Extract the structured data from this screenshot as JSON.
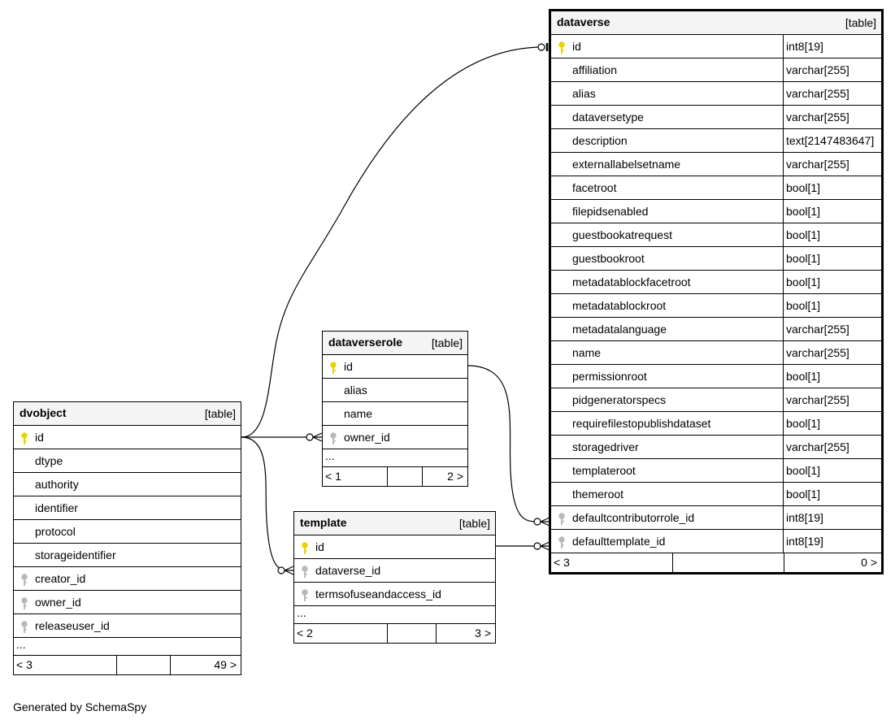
{
  "tables": {
    "dataverse": {
      "name": "dataverse",
      "type": "[table]",
      "columns": [
        {
          "name": "id",
          "type": "int8[19]",
          "key": "primary"
        },
        {
          "name": "affiliation",
          "type": "varchar[255]",
          "key": "none"
        },
        {
          "name": "alias",
          "type": "varchar[255]",
          "key": "none"
        },
        {
          "name": "dataversetype",
          "type": "varchar[255]",
          "key": "none"
        },
        {
          "name": "description",
          "type": "text[2147483647]",
          "key": "none"
        },
        {
          "name": "externallabelsetname",
          "type": "varchar[255]",
          "key": "none"
        },
        {
          "name": "facetroot",
          "type": "bool[1]",
          "key": "none"
        },
        {
          "name": "filepidsenabled",
          "type": "bool[1]",
          "key": "none"
        },
        {
          "name": "guestbookatrequest",
          "type": "bool[1]",
          "key": "none"
        },
        {
          "name": "guestbookroot",
          "type": "bool[1]",
          "key": "none"
        },
        {
          "name": "metadatablockfacetroot",
          "type": "bool[1]",
          "key": "none"
        },
        {
          "name": "metadatablockroot",
          "type": "bool[1]",
          "key": "none"
        },
        {
          "name": "metadatalanguage",
          "type": "varchar[255]",
          "key": "none"
        },
        {
          "name": "name",
          "type": "varchar[255]",
          "key": "none"
        },
        {
          "name": "permissionroot",
          "type": "bool[1]",
          "key": "none"
        },
        {
          "name": "pidgeneratorspecs",
          "type": "varchar[255]",
          "key": "none"
        },
        {
          "name": "requirefilestopublishdataset",
          "type": "bool[1]",
          "key": "none"
        },
        {
          "name": "storagedriver",
          "type": "varchar[255]",
          "key": "none"
        },
        {
          "name": "templateroot",
          "type": "bool[1]",
          "key": "none"
        },
        {
          "name": "themeroot",
          "type": "bool[1]",
          "key": "none"
        },
        {
          "name": "defaultcontributorrole_id",
          "type": "int8[19]",
          "key": "foreign"
        },
        {
          "name": "defaulttemplate_id",
          "type": "int8[19]",
          "key": "foreign"
        }
      ],
      "nav_prev": "< 3",
      "nav_next": "0 >"
    },
    "dataverserole": {
      "name": "dataverserole",
      "type": "[table]",
      "columns": [
        {
          "name": "id",
          "key": "primary"
        },
        {
          "name": "alias",
          "key": "none"
        },
        {
          "name": "name",
          "key": "none"
        },
        {
          "name": "owner_id",
          "key": "foreign"
        }
      ],
      "more": "...",
      "nav_prev": "< 1",
      "nav_next": "2 >"
    },
    "template": {
      "name": "template",
      "type": "[table]",
      "columns": [
        {
          "name": "id",
          "key": "primary"
        },
        {
          "name": "dataverse_id",
          "key": "foreign"
        },
        {
          "name": "termsofuseandaccess_id",
          "key": "foreign"
        }
      ],
      "more": "...",
      "nav_prev": "< 2",
      "nav_next": "3 >"
    },
    "dvobject": {
      "name": "dvobject",
      "type": "[table]",
      "columns": [
        {
          "name": "id",
          "key": "primary"
        },
        {
          "name": "dtype",
          "key": "none"
        },
        {
          "name": "authority",
          "key": "none"
        },
        {
          "name": "identifier",
          "key": "none"
        },
        {
          "name": "protocol",
          "key": "none"
        },
        {
          "name": "storageidentifier",
          "key": "none"
        },
        {
          "name": "creator_id",
          "key": "foreign"
        },
        {
          "name": "owner_id",
          "key": "foreign"
        },
        {
          "name": "releaseuser_id",
          "key": "foreign"
        }
      ],
      "more": "...",
      "nav_prev": "< 3",
      "nav_next": "49 >"
    }
  },
  "colors": {
    "primary_key": "#e6d400",
    "foreign_key": "#b8b8b8",
    "header_bg": "#f4f4f4"
  },
  "footer": "Generated by SchemaSpy"
}
